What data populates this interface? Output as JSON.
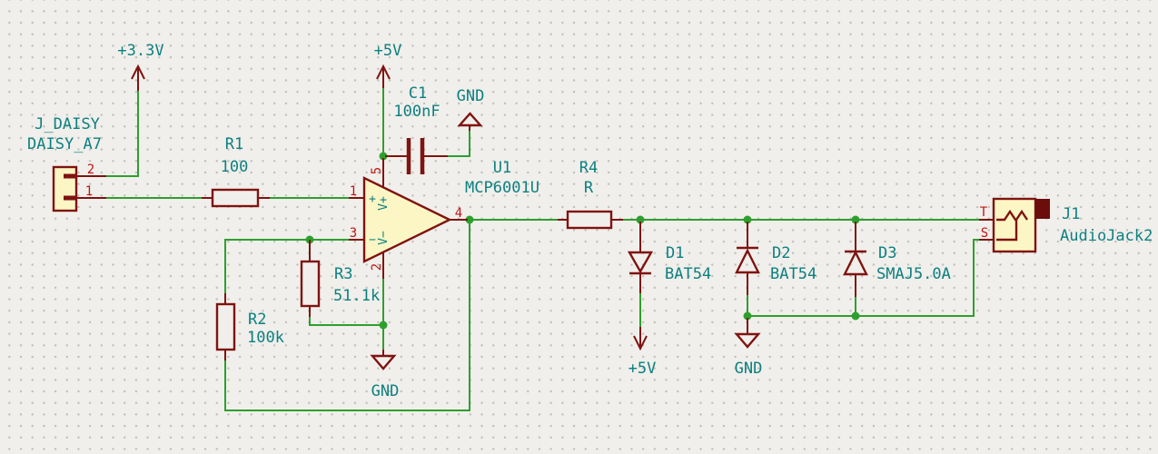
{
  "colors": {
    "background": "#F0EFEB",
    "grid_dot": "#BFBEB8",
    "wire": "#2E9F2E",
    "symbol_outline": "#7F1310",
    "symbol_fill": "#FCF6C5",
    "label_text": "#0D8080",
    "pin_number": "#C01515",
    "jack_plug_fill": "#6B0E0B"
  },
  "power": {
    "v33": "+3.3V",
    "v5_top": "+5V",
    "v5_clamp": "+5V",
    "gnd_c1": "GND",
    "gnd_fb": "GND",
    "gnd_clamp": "GND"
  },
  "components": {
    "jdaisy": {
      "ref": "J_DAISY",
      "value": "DAISY_A7",
      "pin1": "1",
      "pin2": "2"
    },
    "r1": {
      "ref": "R1",
      "value": "100"
    },
    "r2": {
      "ref": "R2",
      "value": "100k"
    },
    "r3": {
      "ref": "R3",
      "value": "51.1k"
    },
    "r4": {
      "ref": "R4",
      "value": "R"
    },
    "c1": {
      "ref": "C1",
      "value": "100nF"
    },
    "u1": {
      "ref": "U1",
      "value": "MCP6001U",
      "pin1": "1",
      "pin2": "2",
      "pin3": "3",
      "pin4": "4",
      "pin5": "5",
      "name_in_plus": "+",
      "name_in_minus": "−",
      "name_vplus": "V+",
      "name_vminus": "V−"
    },
    "d1": {
      "ref": "D1",
      "value": "BAT54"
    },
    "d2": {
      "ref": "D2",
      "value": "BAT54"
    },
    "d3": {
      "ref": "D3",
      "value": "SMAJ5.0A"
    },
    "j1": {
      "ref": "J1",
      "value": "AudioJack2",
      "pin_tip": "T",
      "pin_sleeve": "S"
    }
  }
}
